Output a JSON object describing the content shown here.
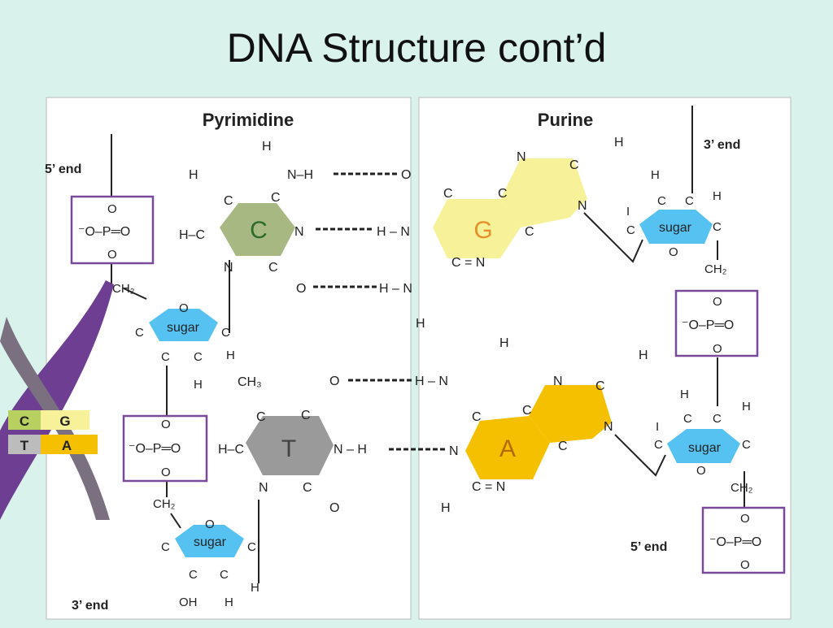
{
  "slide": {
    "title": "DNA Structure cont’d"
  },
  "figure": {
    "panels": {
      "left": "Pyrimidine",
      "right": "Purine"
    },
    "ends": {
      "five_prime_left": "5’ end",
      "three_prime_left": "3’ end",
      "three_prime_right": "3’ end",
      "five_prime_right": "5’ end"
    },
    "bases": {
      "cytosine": "C",
      "guanine": "G",
      "thymine": "T",
      "adenine": "A"
    },
    "sugar_label": "sugar",
    "helix_labels": [
      "C",
      "G",
      "T",
      "A"
    ],
    "colors": {
      "background": "#d9f2ec",
      "cytosine": "#a8b882",
      "guanine": "#f7f29a",
      "thymine": "#9a9a9a",
      "adenine": "#f5c000",
      "sugar": "#55c2f2",
      "phosphate_box": "#7a4a9a",
      "helix": "#6e3e92"
    }
  }
}
